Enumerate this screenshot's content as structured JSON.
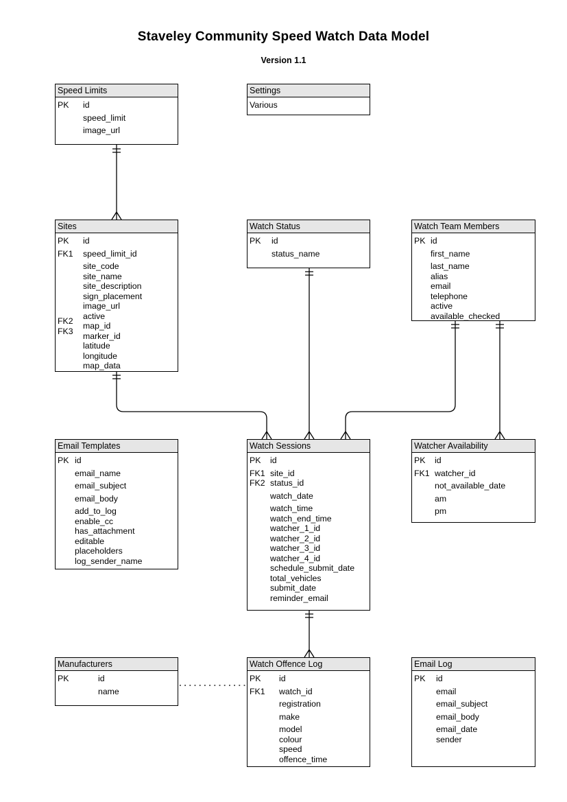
{
  "page": {
    "title": "Staveley Community Speed Watch Data Model",
    "version": "Version 1.1"
  },
  "colors": {
    "background": "#ffffff",
    "entity_header_fill": "#e6e6e6",
    "entity_border": "#000000",
    "line": "#000000",
    "text": "#000000"
  },
  "entities": {
    "speed_limits": {
      "title": "Speed Limits",
      "fields": [
        {
          "k": "PK",
          "n": "id"
        },
        {
          "n": "speed_limit",
          "g": 1
        },
        {
          "n": "image_url",
          "g": 1
        }
      ]
    },
    "settings": {
      "title": "Settings",
      "fields": [
        {
          "n": "Various"
        }
      ]
    },
    "sites": {
      "title": "Sites",
      "fields": [
        {
          "k": "PK",
          "n": "id"
        },
        {
          "k": "FK1",
          "n": "speed_limit_id",
          "g": 1
        },
        {
          "n": "site_code",
          "g": 1
        },
        {
          "n": "site_name"
        },
        {
          "n": "site_description"
        },
        {
          "n": "sign_placement"
        },
        {
          "n": "image_url"
        },
        {
          "n": "active"
        },
        {
          "k": "FK2",
          "n": "map_id",
          "ko": 1
        },
        {
          "k": "FK3",
          "n": "marker_id",
          "ko": 1
        },
        {
          "n": "latitude"
        },
        {
          "n": "longitude"
        },
        {
          "n": "map_data"
        }
      ]
    },
    "watch_status": {
      "title": "Watch Status",
      "fields": [
        {
          "k": "PK",
          "n": "id"
        },
        {
          "n": "status_name",
          "g": 1
        }
      ]
    },
    "watch_team_members": {
      "title": "Watch Team Members",
      "fields": [
        {
          "k": "PK",
          "n": "id"
        },
        {
          "n": "first_name",
          "g": 1
        },
        {
          "n": "last_name",
          "g": 1
        },
        {
          "n": "alias"
        },
        {
          "n": "email"
        },
        {
          "n": "telephone"
        },
        {
          "n": "active"
        },
        {
          "n": "available_checked"
        }
      ]
    },
    "email_templates": {
      "title": "Email Templates",
      "fields": [
        {
          "k": "PK",
          "n": "id"
        },
        {
          "n": "email_name",
          "g": 1
        },
        {
          "n": "email_subject",
          "g": 1
        },
        {
          "n": "email_body",
          "g": 1
        },
        {
          "n": "add_to_log",
          "g": 1
        },
        {
          "n": "enable_cc"
        },
        {
          "n": "has_attachment"
        },
        {
          "n": "editable"
        },
        {
          "n": "placeholders"
        },
        {
          "n": "log_sender_name"
        }
      ]
    },
    "watch_sessions": {
      "title": "Watch Sessions",
      "fields": [
        {
          "k": "PK",
          "n": "id"
        },
        {
          "k": "FK1",
          "n": "site_id",
          "g": 1
        },
        {
          "k": "FK2",
          "n": "status_id"
        },
        {
          "n": "watch_date",
          "g": 1
        },
        {
          "n": "watch_time",
          "g": 1
        },
        {
          "n": "watch_end_time"
        },
        {
          "n": "watcher_1_id"
        },
        {
          "n": "watcher_2_id"
        },
        {
          "n": "watcher_3_id"
        },
        {
          "n": "watcher_4_id"
        },
        {
          "n": "schedule_submit_date"
        },
        {
          "n": "total_vehicles"
        },
        {
          "n": "submit_date"
        },
        {
          "n": "reminder_email"
        }
      ]
    },
    "watcher_availability": {
      "title": "Watcher Availability",
      "fields": [
        {
          "k": "PK",
          "n": "id"
        },
        {
          "k": "FK1",
          "n": "watcher_id",
          "g": 1
        },
        {
          "n": "not_available_date",
          "g": 1
        },
        {
          "n": "am",
          "g": 1
        },
        {
          "n": "pm",
          "g": 1
        }
      ]
    },
    "manufacturers": {
      "title": "Manufacturers",
      "fields": [
        {
          "k": "PK",
          "n": "id"
        },
        {
          "n": "name",
          "g": 1
        }
      ]
    },
    "watch_offence_log": {
      "title": "Watch Offence Log",
      "fields": [
        {
          "k": "PK",
          "n": "id"
        },
        {
          "k": "FK1",
          "n": "watch_id",
          "g": 1
        },
        {
          "n": "registration",
          "g": 1
        },
        {
          "n": "make",
          "g": 1
        },
        {
          "n": "model",
          "g": 1
        },
        {
          "n": "colour"
        },
        {
          "n": "speed"
        },
        {
          "n": "offence_time"
        }
      ]
    },
    "email_log": {
      "title": "Email Log",
      "fields": [
        {
          "k": "PK",
          "n": "id"
        },
        {
          "n": "email",
          "g": 1
        },
        {
          "n": "email_subject",
          "g": 1
        },
        {
          "n": "email_body",
          "g": 1
        },
        {
          "n": "email_date",
          "g": 1
        },
        {
          "n": "sender"
        }
      ]
    }
  },
  "relationships": [
    {
      "from": "Speed Limits",
      "to": "Sites",
      "from_end": "one",
      "to_end": "many",
      "style": "solid"
    },
    {
      "from": "Sites",
      "to": "Watch Sessions",
      "from_end": "one",
      "to_end": "many",
      "style": "solid"
    },
    {
      "from": "Watch Status",
      "to": "Watch Sessions",
      "from_end": "one",
      "to_end": "many",
      "style": "solid"
    },
    {
      "from": "Watch Team Members",
      "to": "Watch Sessions",
      "from_end": "one",
      "to_end": "many",
      "style": "solid"
    },
    {
      "from": "Watch Team Members",
      "to": "Watcher Availability",
      "from_end": "one",
      "to_end": "many",
      "style": "solid"
    },
    {
      "from": "Watch Sessions",
      "to": "Watch Offence Log",
      "from_end": "one",
      "to_end": "many",
      "style": "solid"
    },
    {
      "from": "Manufacturers",
      "to": "Watch Offence Log",
      "from_end": "none",
      "to_end": "none",
      "style": "dotted"
    }
  ]
}
